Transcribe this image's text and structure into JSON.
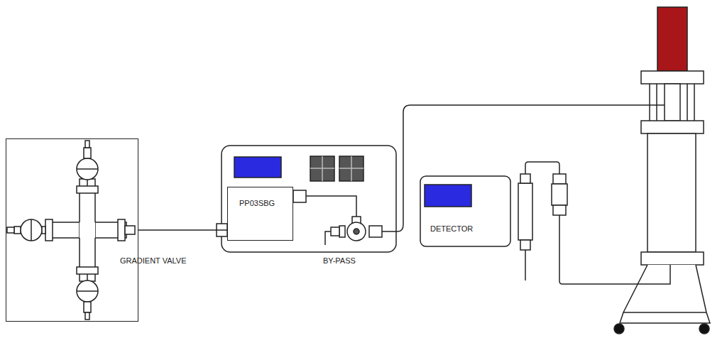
{
  "diagram": {
    "nodes": [
      {
        "text": [
          "GRADIENT VALVE"
        ]
      },
      {
        "text": [
          "PP03SBG"
        ]
      },
      {
        "text": [
          "DETECTOR"
        ]
      }
    ],
    "edges": [
      {
        "from": 0,
        "to": 1,
        "arrow": "none"
      }
    ],
    "labels": [
      "BY-PASS"
    ]
  }
}
